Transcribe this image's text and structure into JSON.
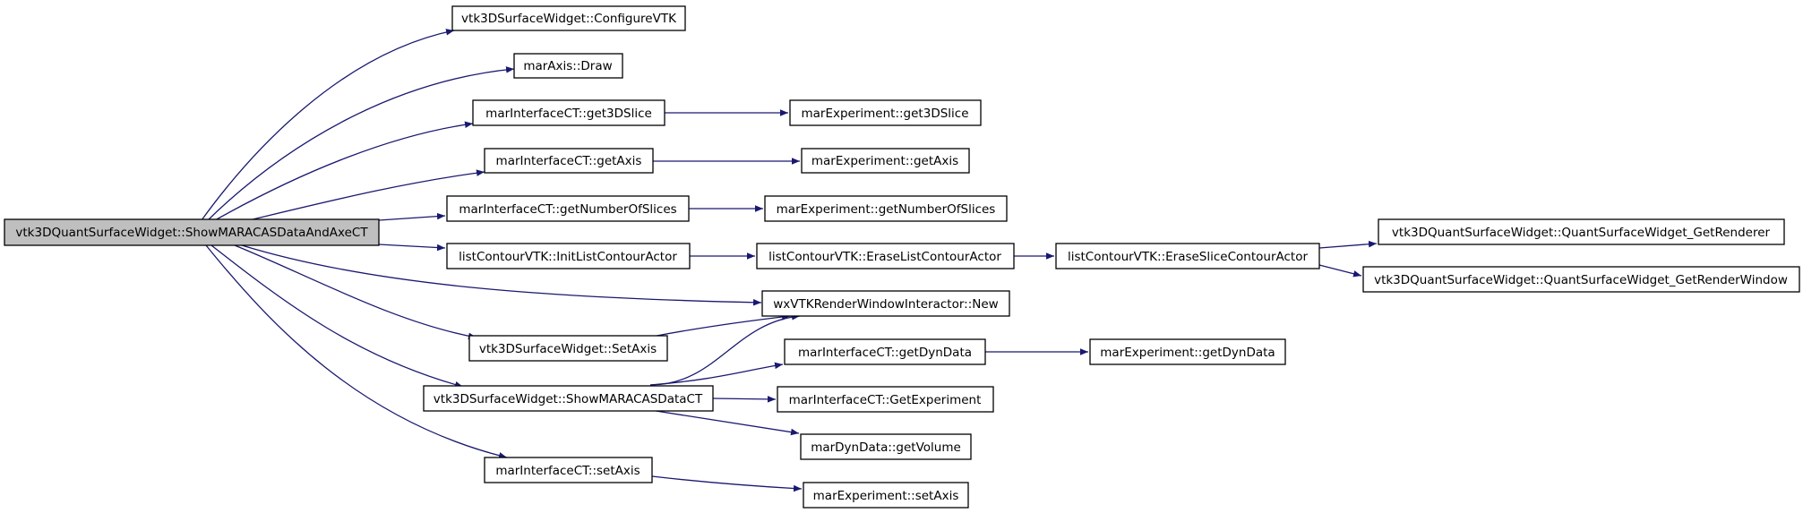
{
  "graph": {
    "edge_color": "#191970",
    "root_fill": "#bfbfbf",
    "nodes": {
      "root": "vtk3DQuantSurfaceWidget::ShowMARACASDataAndAxeCT",
      "n_configure": "vtk3DSurfaceWidget::ConfigureVTK",
      "n_draw": "marAxis::Draw",
      "n_ict_get3dslice": "marInterfaceCT::get3DSlice",
      "n_exp_get3dslice": "marExperiment::get3DSlice",
      "n_ict_getaxis": "marInterfaceCT::getAxis",
      "n_exp_getaxis": "marExperiment::getAxis",
      "n_ict_getnum": "marInterfaceCT::getNumberOfSlices",
      "n_exp_getnum": "marExperiment::getNumberOfSlices",
      "n_initlist": "listContourVTK::InitListContourActor",
      "n_eraselist": "listContourVTK::EraseListContourActor",
      "n_eraseslice": "listContourVTK::EraseSliceContourActor",
      "n_getrenderer": "vtk3DQuantSurfaceWidget::QuantSurfaceWidget_GetRenderer",
      "n_getrenderwindow": "vtk3DQuantSurfaceWidget::QuantSurfaceWidget_GetRenderWindow",
      "n_wxnew": "wxVTKRenderWindowInteractor::New",
      "n_setaxis3d": "vtk3DSurfaceWidget::SetAxis",
      "n_ict_getdyn": "marInterfaceCT::getDynData",
      "n_exp_getdyn": "marExperiment::getDynData",
      "n_showct": "vtk3DSurfaceWidget::ShowMARACASDataCT",
      "n_ict_getexp": "marInterfaceCT::GetExperiment",
      "n_getvolume": "marDynData::getVolume",
      "n_ict_setaxis": "marInterfaceCT::setAxis",
      "n_exp_setaxis": "marExperiment::setAxis"
    },
    "edges": [
      [
        "root",
        "n_configure"
      ],
      [
        "root",
        "n_draw"
      ],
      [
        "root",
        "n_ict_get3dslice"
      ],
      [
        "root",
        "n_ict_getaxis"
      ],
      [
        "root",
        "n_ict_getnum"
      ],
      [
        "root",
        "n_initlist"
      ],
      [
        "root",
        "n_wxnew"
      ],
      [
        "root",
        "n_setaxis3d"
      ],
      [
        "root",
        "n_showct"
      ],
      [
        "root",
        "n_ict_setaxis"
      ],
      [
        "n_ict_get3dslice",
        "n_exp_get3dslice"
      ],
      [
        "n_ict_getaxis",
        "n_exp_getaxis"
      ],
      [
        "n_ict_getnum",
        "n_exp_getnum"
      ],
      [
        "n_initlist",
        "n_eraselist"
      ],
      [
        "n_eraselist",
        "n_eraseslice"
      ],
      [
        "n_eraseslice",
        "n_getrenderer"
      ],
      [
        "n_eraseslice",
        "n_getrenderwindow"
      ],
      [
        "n_setaxis3d",
        "n_wxnew"
      ],
      [
        "n_showct",
        "n_wxnew"
      ],
      [
        "n_showct",
        "n_ict_getdyn"
      ],
      [
        "n_showct",
        "n_ict_getexp"
      ],
      [
        "n_showct",
        "n_getvolume"
      ],
      [
        "n_ict_getdyn",
        "n_exp_getdyn"
      ],
      [
        "n_ict_setaxis",
        "n_exp_setaxis"
      ]
    ]
  }
}
